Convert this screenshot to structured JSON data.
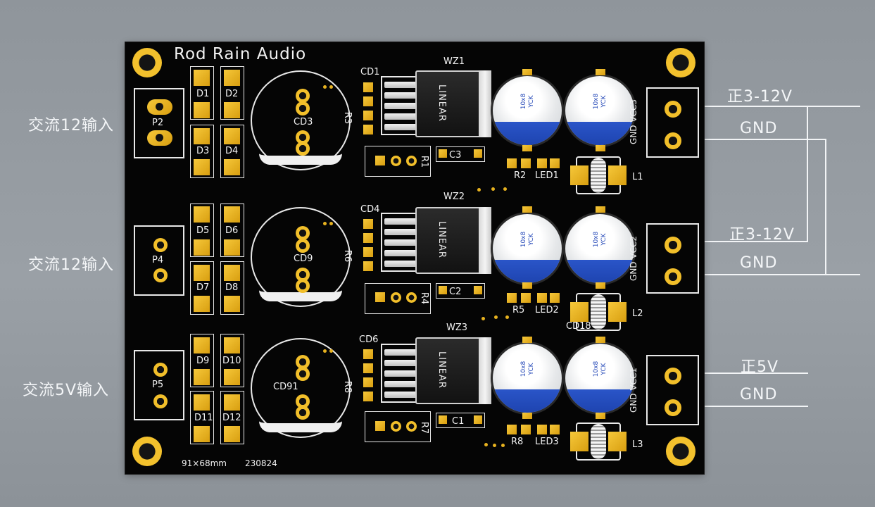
{
  "labels": {
    "in1": "交流12输入",
    "in2": "交流12输入",
    "in3": "交流5V输入",
    "out1_pos": "正3-12V",
    "out1_gnd": "GND",
    "out2_pos": "正3-12V",
    "out2_gnd": "GND",
    "out3_pos": "正5V",
    "out3_gnd": "GND"
  },
  "board": {
    "brand": "Rod Rain Audio",
    "size": "91×68mm",
    "date": "230824"
  },
  "refs": {
    "P2": "P2",
    "P4": "P4",
    "P5": "P5",
    "D1": "D1",
    "D2": "D2",
    "D3": "D3",
    "D4": "D4",
    "D5": "D5",
    "D6": "D6",
    "D7": "D7",
    "D8": "D8",
    "D9": "D9",
    "D10": "D10",
    "D11": "D11",
    "D12": "D12",
    "CD3": "CD3",
    "CD9": "CD9",
    "CD91": "CD91",
    "R3": "R3",
    "R6": "R6",
    "R8": "R8",
    "CD1": "CD1",
    "CD4": "CD4",
    "CD6": "CD6",
    "WZ1": "WZ1",
    "WZ2": "WZ2",
    "WZ3": "WZ3",
    "R1": "R1",
    "R4": "R4",
    "R7": "R7",
    "C3": "C3",
    "C2": "C2",
    "C1": "C1",
    "R2": "R2",
    "R5": "R5",
    "R8b": "R8",
    "LED1": "LED1",
    "LED2": "LED2",
    "LED3": "LED3",
    "L1": "L1",
    "L2": "L2",
    "L3": "L3",
    "CD18": "CD18",
    "VCC3": "GND VCC3",
    "VCC2": "GND VCC2",
    "VCC1": "GND VCC1"
  },
  "regulator_logo": "LINEAR",
  "cap_marking": "10x8\nYCK",
  "colors": {
    "board": "#050505",
    "gold": "#e3ad1c",
    "silk": "#f2f2f2",
    "cap_stripe": "#2050c0",
    "background": "#969ca2"
  }
}
